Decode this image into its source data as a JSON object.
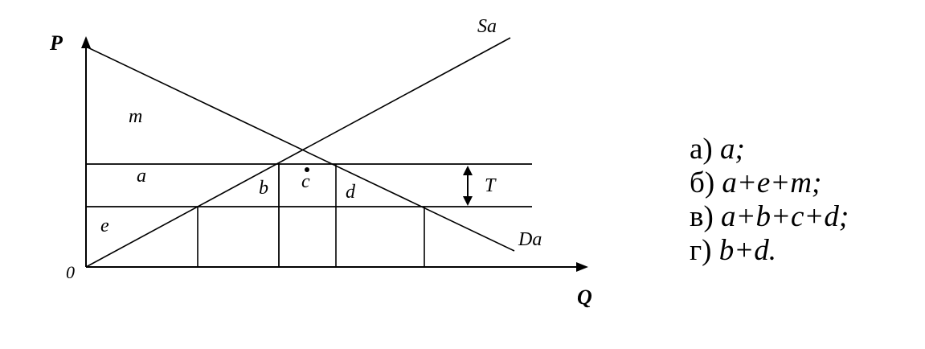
{
  "diagram": {
    "axis_p_label": "P",
    "axis_q_label": "Q",
    "origin_label": "0",
    "supply_label": "Sa",
    "demand_label": "Da",
    "tax_label": "T",
    "areas": {
      "m": "m",
      "a": "a",
      "b": "b",
      "c": "c",
      "d": "d",
      "e": "e"
    }
  },
  "answers": [
    {
      "letter": "а)",
      "expr": "a;"
    },
    {
      "letter": "б)",
      "expr": "a+e+m;"
    },
    {
      "letter": "в)",
      "expr": "a+b+c+d;"
    },
    {
      "letter": "г)",
      "expr": "b+d."
    }
  ]
}
